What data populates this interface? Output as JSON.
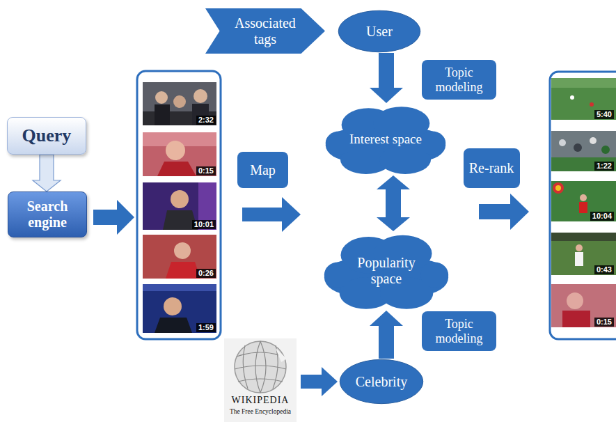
{
  "diagram": {
    "nodes": [
      {
        "text": [
          "Query"
        ]
      },
      {
        "text": [
          "Search engine"
        ]
      },
      {
        "text": [
          "Associated tags"
        ]
      },
      {
        "text": [
          "User"
        ]
      },
      {
        "text": [
          "Topic modeling"
        ]
      },
      {
        "text": [
          "Interest space"
        ]
      },
      {
        "text": [
          "Map"
        ]
      },
      {
        "text": [
          "Re-rank"
        ]
      },
      {
        "text": [
          "Popularity space"
        ]
      },
      {
        "text": [
          "Topic modeling"
        ]
      },
      {
        "text": [
          "Celebrity"
        ]
      }
    ],
    "edges": [
      {
        "from": 0,
        "to": 1,
        "arrow": "to"
      },
      {
        "from": 3,
        "to": 5,
        "arrow": "to"
      },
      {
        "from": 5,
        "to": 8,
        "arrow": "both"
      },
      {
        "from": 10,
        "to": 8,
        "arrow": "to"
      }
    ],
    "labels": [
      "2:32",
      "0:15",
      "10:01",
      "0:26",
      "1:59",
      "5:40",
      "1:22",
      "10:04",
      "0:43",
      "0:15",
      "WIKIPEDIA",
      "The Free Encyclopedia"
    ]
  }
}
